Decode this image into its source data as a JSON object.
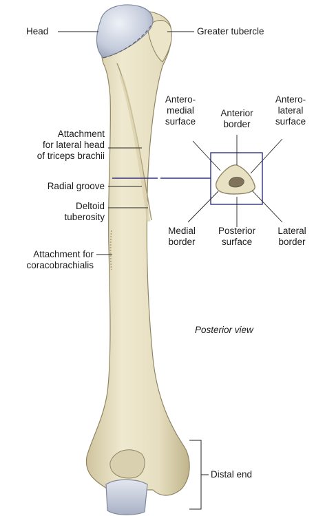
{
  "view_title": "Posterior view",
  "labels": {
    "head": "Head",
    "greater_tubercle": "Greater tubercle",
    "attachment_lateral_head": [
      "Attachment",
      "for lateral head",
      "of triceps brachii"
    ],
    "radial_groove": "Radial groove",
    "deltoid_tuberosity": [
      "Deltoid",
      "tuberosity"
    ],
    "attachment_coracobrachialis": [
      "Attachment for",
      "coracobrachialis"
    ],
    "distal_end": "Distal end",
    "cross_section": {
      "anteromedial_surface": [
        "Antero-",
        "medial",
        "surface"
      ],
      "anterior_border": [
        "Anterior",
        "border"
      ],
      "anterolateral_surface": [
        "Antero-",
        "lateral",
        "surface"
      ],
      "medial_border": [
        "Medial",
        "border"
      ],
      "posterior_surface": [
        "Posterior",
        "surface"
      ],
      "lateral_border": [
        "Lateral",
        "border"
      ]
    }
  },
  "colors": {
    "bone": "#e8e1c4",
    "bone_shade": "#c9bd95",
    "cartilage": "#c9d0de",
    "marrow": "#8a7f66",
    "box_line": "#2e3080",
    "leader_line": "#222222"
  }
}
